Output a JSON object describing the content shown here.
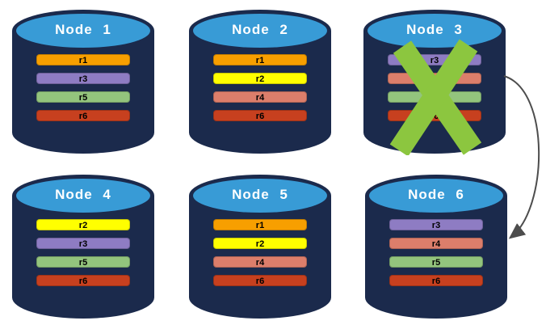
{
  "diagram": {
    "description": "Six database nodes with replicated shards; Node 3 is failed (green X) and its replicas fail over to Node 6",
    "colors": {
      "background": "#FFFFFF",
      "cylinder_body": "#1B2A4C",
      "cylinder_top": "#389BD6",
      "node_label": "#FFFFFF",
      "replica_label": "#000000",
      "failure_x": "#8CC63F",
      "arrow": "#4D4D4D",
      "replica_palette": {
        "r1": "#F79F00",
        "r2": "#FFFF00",
        "r3": "#8E7CC3",
        "r4": "#DC7E6B",
        "r5": "#93C47D",
        "r6": "#C7401F"
      }
    },
    "nodes": [
      {
        "label": "Node 1",
        "failed": false,
        "replicas": [
          {
            "label": "r1",
            "color": "#F79F00"
          },
          {
            "label": "r3",
            "color": "#8E7CC3"
          },
          {
            "label": "r5",
            "color": "#93C47D"
          },
          {
            "label": "r6",
            "color": "#C7401F"
          }
        ]
      },
      {
        "label": "Node 2",
        "failed": false,
        "replicas": [
          {
            "label": "r1",
            "color": "#F79F00"
          },
          {
            "label": "r2",
            "color": "#FFFF00"
          },
          {
            "label": "r4",
            "color": "#DC7E6B"
          },
          {
            "label": "r6",
            "color": "#C7401F"
          }
        ]
      },
      {
        "label": "Node 3",
        "failed": true,
        "replicas": [
          {
            "label": "r3",
            "color": "#8E7CC3"
          },
          {
            "label": "r4",
            "color": "#DC7E6B"
          },
          {
            "label": "r5",
            "color": "#93C47D"
          },
          {
            "label": "r6",
            "color": "#C7401F"
          }
        ]
      },
      {
        "label": "Node 4",
        "failed": false,
        "replicas": [
          {
            "label": "r2",
            "color": "#FFFF00"
          },
          {
            "label": "r3",
            "color": "#8E7CC3"
          },
          {
            "label": "r5",
            "color": "#93C47D"
          },
          {
            "label": "r6",
            "color": "#C7401F"
          }
        ]
      },
      {
        "label": "Node 5",
        "failed": false,
        "replicas": [
          {
            "label": "r1",
            "color": "#F79F00"
          },
          {
            "label": "r2",
            "color": "#FFFF00"
          },
          {
            "label": "r4",
            "color": "#DC7E6B"
          },
          {
            "label": "r6",
            "color": "#C7401F"
          }
        ]
      },
      {
        "label": "Node 6",
        "failed": false,
        "replicas": [
          {
            "label": "r3",
            "color": "#8E7CC3"
          },
          {
            "label": "r4",
            "color": "#DC7E6B"
          },
          {
            "label": "r5",
            "color": "#93C47D"
          },
          {
            "label": "r6",
            "color": "#C7401F"
          }
        ]
      }
    ],
    "connector": {
      "from": "Node 3",
      "to": "Node 6"
    }
  }
}
